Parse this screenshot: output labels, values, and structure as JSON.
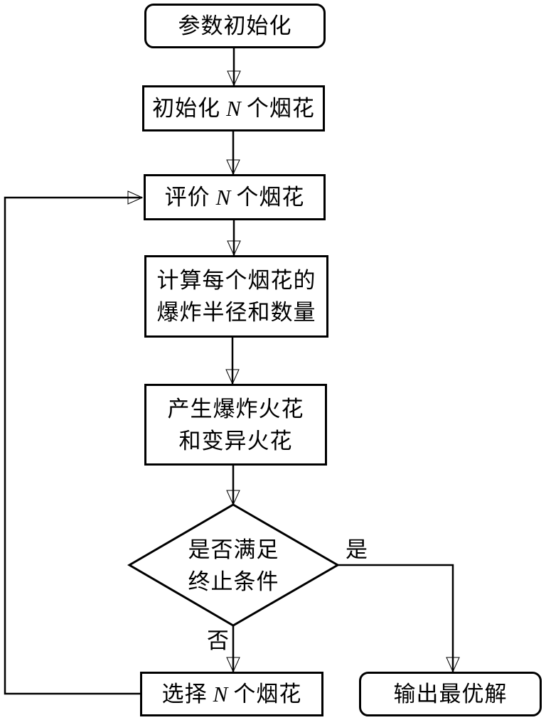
{
  "diagram": {
    "type": "flowchart",
    "language": "zh",
    "colors": {
      "stroke": "#000000",
      "background": "#ffffff",
      "text": "#000000"
    },
    "nodes": {
      "init_params": {
        "label": "参数初始化",
        "shape": "rounded-rect"
      },
      "init_fireworks": {
        "prefix": "初始化",
        "var": "N",
        "suffix": "个烟花",
        "shape": "rect"
      },
      "evaluate": {
        "prefix": "评价",
        "var": "N",
        "suffix": "个烟花",
        "shape": "rect"
      },
      "calc_radius": {
        "line1": "计算每个烟花的",
        "line2": "爆炸半径和数量",
        "shape": "rect"
      },
      "generate_sparks": {
        "line1": "产生爆炸火花",
        "line2": "和变异火花",
        "shape": "rect"
      },
      "decision": {
        "line1": "是否满足",
        "line2": "终止条件",
        "shape": "diamond"
      },
      "select_fireworks": {
        "prefix": "选择",
        "var": "N",
        "suffix": "个烟花",
        "shape": "rect"
      },
      "output_best": {
        "label": "输出最优解",
        "shape": "rounded-rect"
      }
    },
    "edge_labels": {
      "yes": "是",
      "no": "否"
    }
  }
}
